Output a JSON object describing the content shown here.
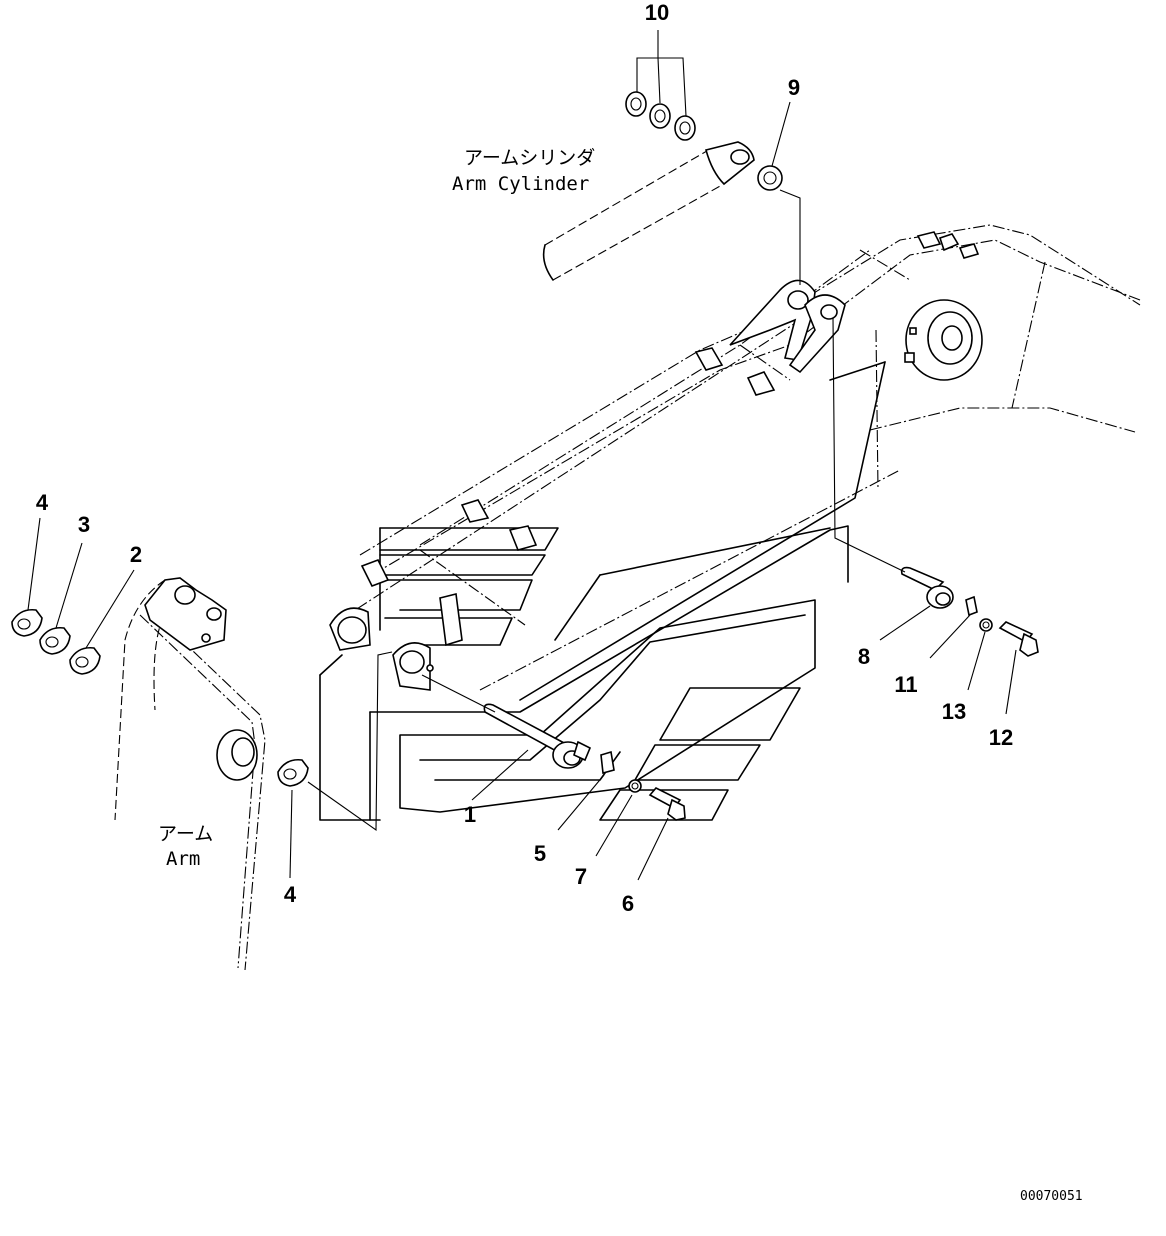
{
  "callouts": {
    "c1": "1",
    "c2": "2",
    "c3": "3",
    "c4a": "4",
    "c4b": "4",
    "c5": "5",
    "c6": "6",
    "c7": "7",
    "c8": "8",
    "c9": "9",
    "c10": "10",
    "c11": "11",
    "c12": "12",
    "c13": "13"
  },
  "labels": {
    "arm_cylinder_jp": "アームシリンダ",
    "arm_cylinder_en": "Arm Cylinder",
    "arm_jp": "アーム",
    "arm_en": "Arm"
  },
  "drawing_code": "00070051"
}
